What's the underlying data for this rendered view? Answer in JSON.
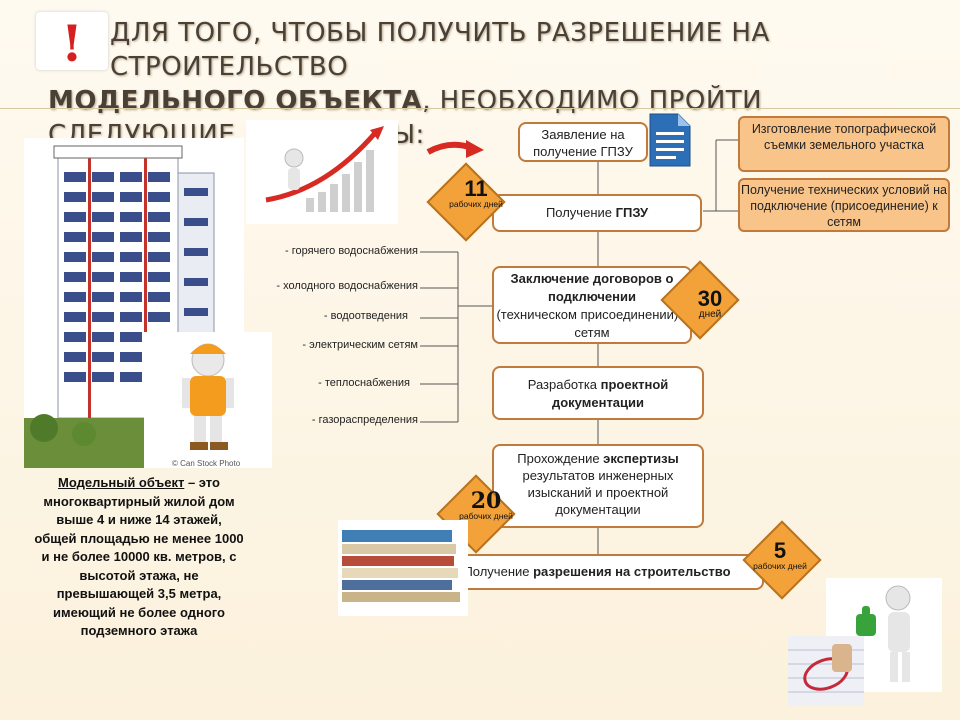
{
  "title": {
    "line1": "для того, чтобы получить разрешение на строительство",
    "line2_bold": "Модельного объекта",
    "line2_rest": ", необходимо пройти следующие процедуры:"
  },
  "alert_icon": "!",
  "steps": {
    "application": "Заявление на получение ГПЗУ",
    "gpzu_prefix": "Получение ",
    "gpzu_bold": "ГПЗУ",
    "contracts_bold": "Заключение договоров о подключении",
    "contracts_rest": "(техническом присоединении) к сетям",
    "design_prefix": "Разработка ",
    "design_bold": "проектной документации",
    "expertise_prefix": "Прохождение ",
    "expertise_bold": "экспертизы",
    "expertise_rest": "результатов инженерных изысканий и проектной документации",
    "permit_prefix": "Получение ",
    "permit_bold": "разрешения на строительство"
  },
  "side_steps": {
    "survey": "Изготовление топографической съемки земельного участка",
    "conditions": "Получение технических условий на подключение (присоединение) к сетям"
  },
  "badges": {
    "b11": {
      "num": "11",
      "unit": "рабочих дней"
    },
    "b30": {
      "num": "30",
      "unit": "дней"
    },
    "b20": {
      "num": "20",
      "unit": "рабочих дней"
    },
    "b5": {
      "num": "5",
      "unit": "рабочих дней"
    }
  },
  "networks": [
    "- горячего водоснабжения",
    "- холодного водоснабжения",
    "- водоотведения",
    "- электрическим сетям",
    "- теплоснабжения",
    "- газораспределения"
  ],
  "photo_caption": "© Can Stock Photo",
  "description": {
    "term": "Модельный объект",
    "text": " – это многоквартирный жилой дом выше 4 и ниже 14 этажей, общей площадью не менее 1000 и не более 10000 кв. метров, с высотой этажа, не превышающей 3,5 метра, имеющий не более одного подземного этажа"
  },
  "colors": {
    "accent_orange": "#f3a23a",
    "box_border": "#c07a3b",
    "alert_red": "#d6201f"
  }
}
